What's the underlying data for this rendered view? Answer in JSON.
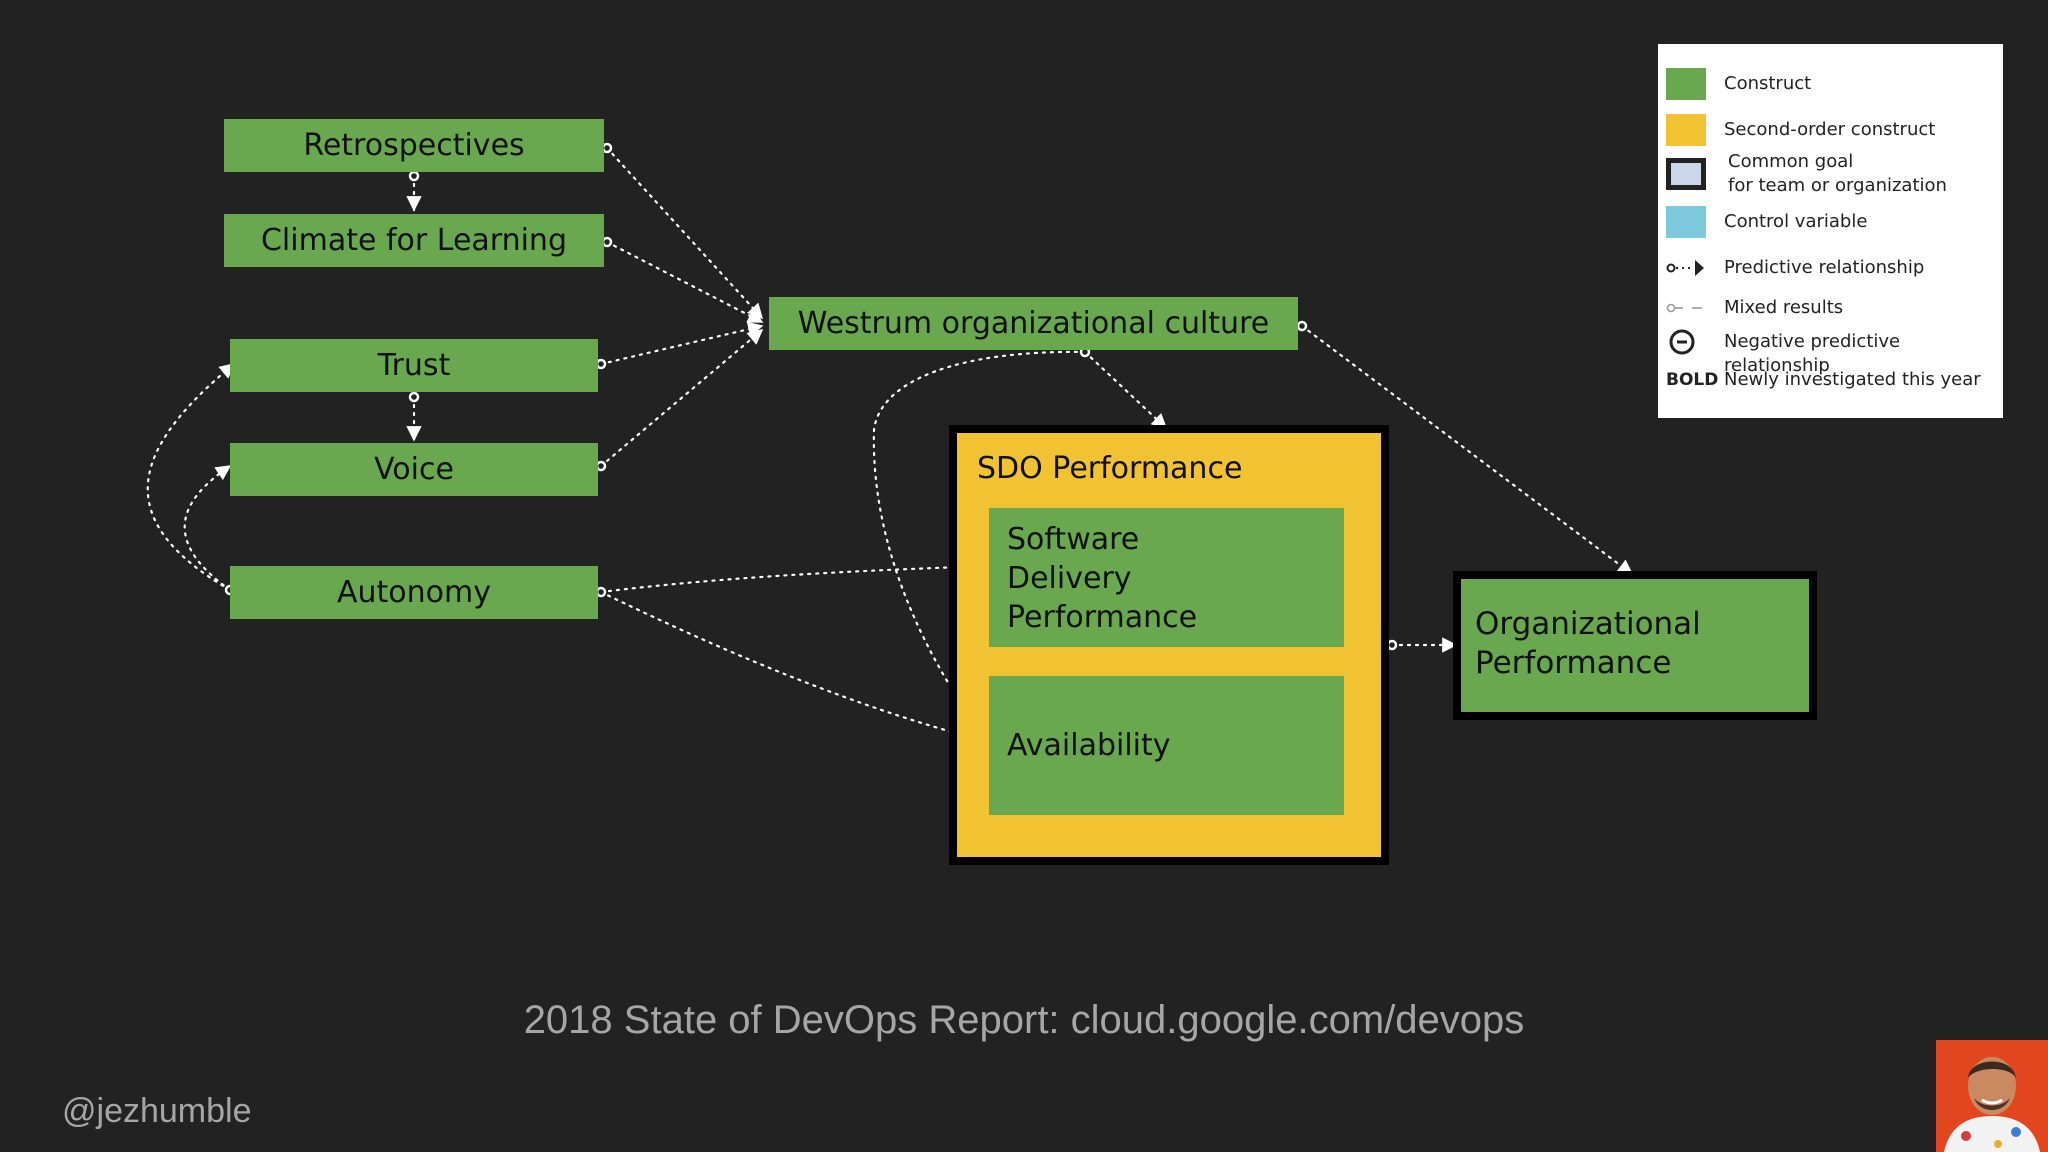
{
  "nodes": {
    "retrospectives": "Retrospectives",
    "climate": "Climate for Learning",
    "trust": "Trust",
    "voice": "Voice",
    "autonomy": "Autonomy",
    "westrum": "Westrum organizational culture",
    "sdo_title": "SDO Performance",
    "software_delivery": [
      "Software",
      "Delivery",
      "Performance"
    ],
    "availability": "Availability",
    "org_performance": [
      "Organizational",
      "Performance"
    ]
  },
  "legend": {
    "construct": "Construct",
    "second_order": "Second-order construct",
    "common_goal": [
      "Common goal",
      "for team or organization"
    ],
    "control_variable": "Control variable",
    "predictive": "Predictive relationship",
    "mixed": "Mixed results",
    "negative": "Negative predictive relationship",
    "bold_key": "BOLD",
    "bold_desc": "Newly investigated this year"
  },
  "footer": {
    "title": "2018 State of DevOps Report: cloud.google.com/devops",
    "handle": "@jezhumble"
  },
  "colors": {
    "background": "#222222",
    "construct": "#6aa84f",
    "second_order": "#f1c232",
    "control_variable": "#7ec8dc",
    "common_goal_border": "#222222",
    "footer_text": "#a6a6a6"
  }
}
